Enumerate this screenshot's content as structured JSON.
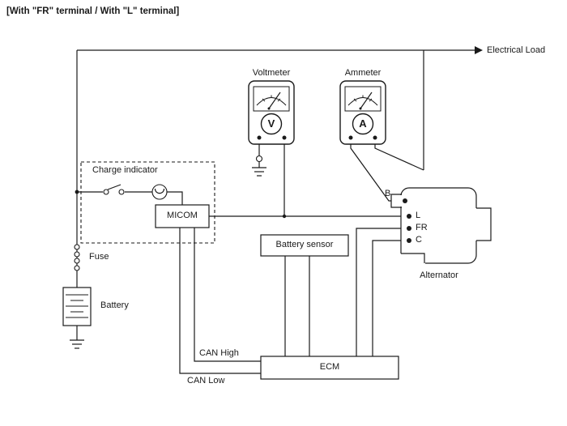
{
  "title": "[With \"FR\" terminal / With \"L\" terminal]",
  "labels": {
    "electrical_load": "Electrical Load",
    "voltmeter": "Voltmeter",
    "ammeter": "Ammeter",
    "voltmeter_symbol": "V",
    "ammeter_symbol": "A",
    "charge_indicator": "Charge indicator",
    "micom": "MICOM",
    "battery_sensor": "Battery sensor",
    "ecm": "ECM",
    "alternator": "Alternator",
    "fuse": "Fuse",
    "battery": "Battery",
    "can_high": "CAN High",
    "can_low": "CAN Low"
  },
  "terminals": {
    "b": "B",
    "l": "L",
    "fr": "FR",
    "c": "C"
  },
  "colors": {
    "line": "#1a1a1a",
    "background": "#ffffff"
  }
}
